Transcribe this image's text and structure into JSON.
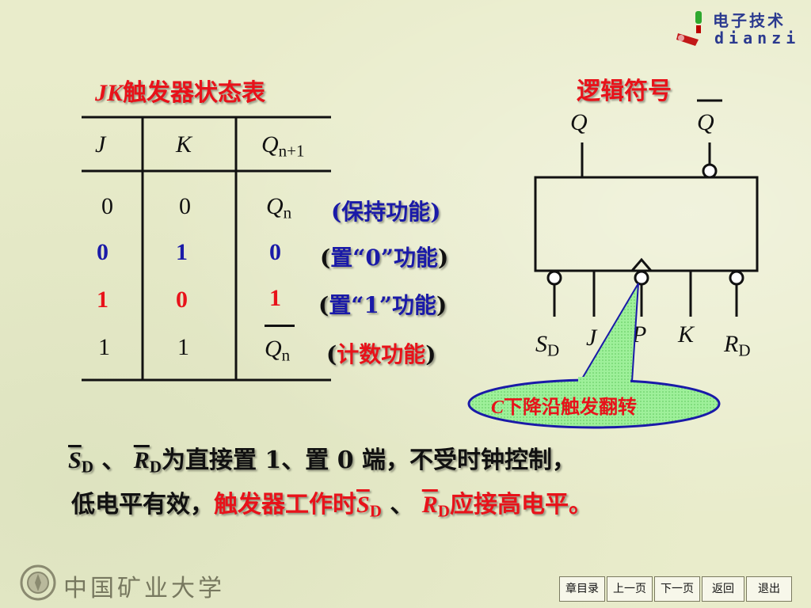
{
  "logo": {
    "cn": "电子技术",
    "en": "dianzi"
  },
  "table": {
    "title_italic": "JK",
    "title_rest": "触发器状态表",
    "headers": {
      "j": "J",
      "k": "K",
      "q": "Q",
      "q_sub": "n+1"
    },
    "rows": [
      {
        "j": "0",
        "k": "0",
        "q": "Q",
        "q_sub": "n",
        "paren_open": "(",
        "func": "保持功能",
        "paren_close": ")"
      },
      {
        "j": "0",
        "k": "1",
        "q": "0",
        "paren_open": "(",
        "func": "置“0”功能",
        "paren_close": ")"
      },
      {
        "j": "1",
        "k": "0",
        "q": "1",
        "paren_open": "(",
        "func": "置“1”功能",
        "paren_close": ")"
      },
      {
        "j": "1",
        "k": "1",
        "q": "Q",
        "q_sub": "n",
        "paren_open": "(",
        "func": "计数功能",
        "paren_close": ")"
      }
    ]
  },
  "symbol": {
    "title": "逻辑符号",
    "q": "Q",
    "qbar": "Q",
    "sd": "S",
    "sd_sub": "D",
    "j": "J",
    "cp": "CP",
    "k": "K",
    "rd": "R",
    "rd_sub": "D"
  },
  "callout": {
    "c": "C",
    "text": "下降沿触发翻转"
  },
  "notes": {
    "l1_s": "S",
    "l1_s_sub": "D",
    "l1_sep": "、",
    "l1_r": "R",
    "l1_r_sub": "D",
    "l1_text": "为直接置 1、置 0 端，不受时钟控制，",
    "l2_text1": "低电平有效，",
    "l2_text2": "触发器工作时",
    "l2_s": "S",
    "l2_s_sub": "D",
    "l2_sep": "、",
    "l2_r": "R",
    "l2_r_sub": "D",
    "l2_text3": "应接高电平。"
  },
  "footer": {
    "university": "中国矿业大学"
  },
  "nav": {
    "chapter": "章目录",
    "prev": "上一页",
    "next": "下一页",
    "back": "返回",
    "exit": "退出"
  },
  "colors": {
    "red": "#e8121a",
    "blue": "#1a1aa8",
    "green": "#1f7a1f",
    "black": "#111111",
    "callout_fill": "#9ef09a"
  }
}
